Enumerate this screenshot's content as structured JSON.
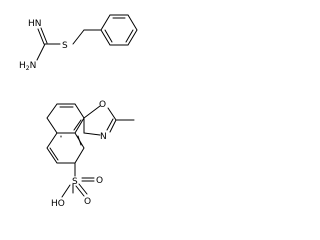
{
  "molecule1": {
    "labels": {
      "imine": "HN",
      "amine": "H2N",
      "sulfur": "S"
    }
  },
  "molecule2": {
    "labels": {
      "ring_oxygen": "O",
      "ring_nitrogen": "N",
      "sulfur": "S",
      "hydroxyl": "HO",
      "oxo_top": "O",
      "oxo_right": "O"
    }
  }
}
